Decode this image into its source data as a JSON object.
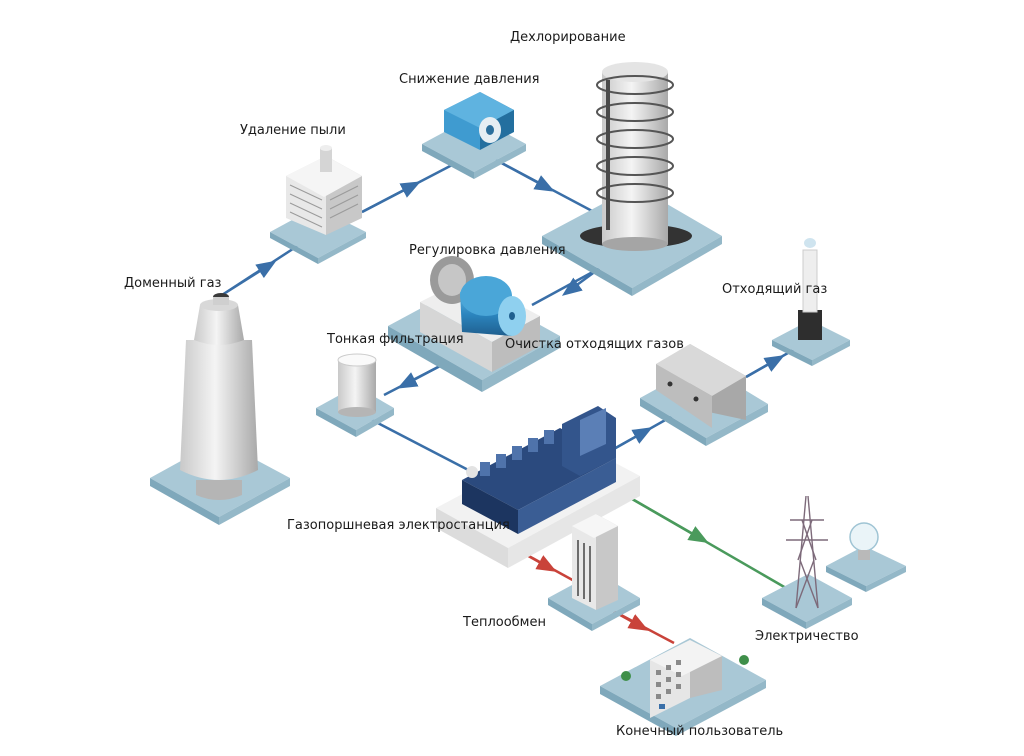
{
  "labels": {
    "blast_furnace_gas": "Доменный газ",
    "dust_removal": "Удаление пыли",
    "pressure_reduction": "Снижение давления",
    "dechlorination": "Дехлорирование",
    "pressure_regulation": "Регулировка давления",
    "fine_filtration": "Тонкая фильтрация",
    "flue_gas_cleaning": "Очистка отходящих газов",
    "exhaust_gas": "Отходящий газ",
    "gas_engine_plant": "Газопоршневая электростанция",
    "heat_exchange": "Теплообмен",
    "electricity": "Электричество",
    "end_user": "Конечный пользователь"
  },
  "colors": {
    "gas_flow": "#3a6fa8",
    "heat_flow": "#c9433a",
    "power_flow": "#4a9a5c",
    "platform": "#a9c8d6",
    "platform_edge": "#7fa8bb",
    "equipment_blue": "#2f8fc4",
    "engine_blue": "#24406f"
  }
}
